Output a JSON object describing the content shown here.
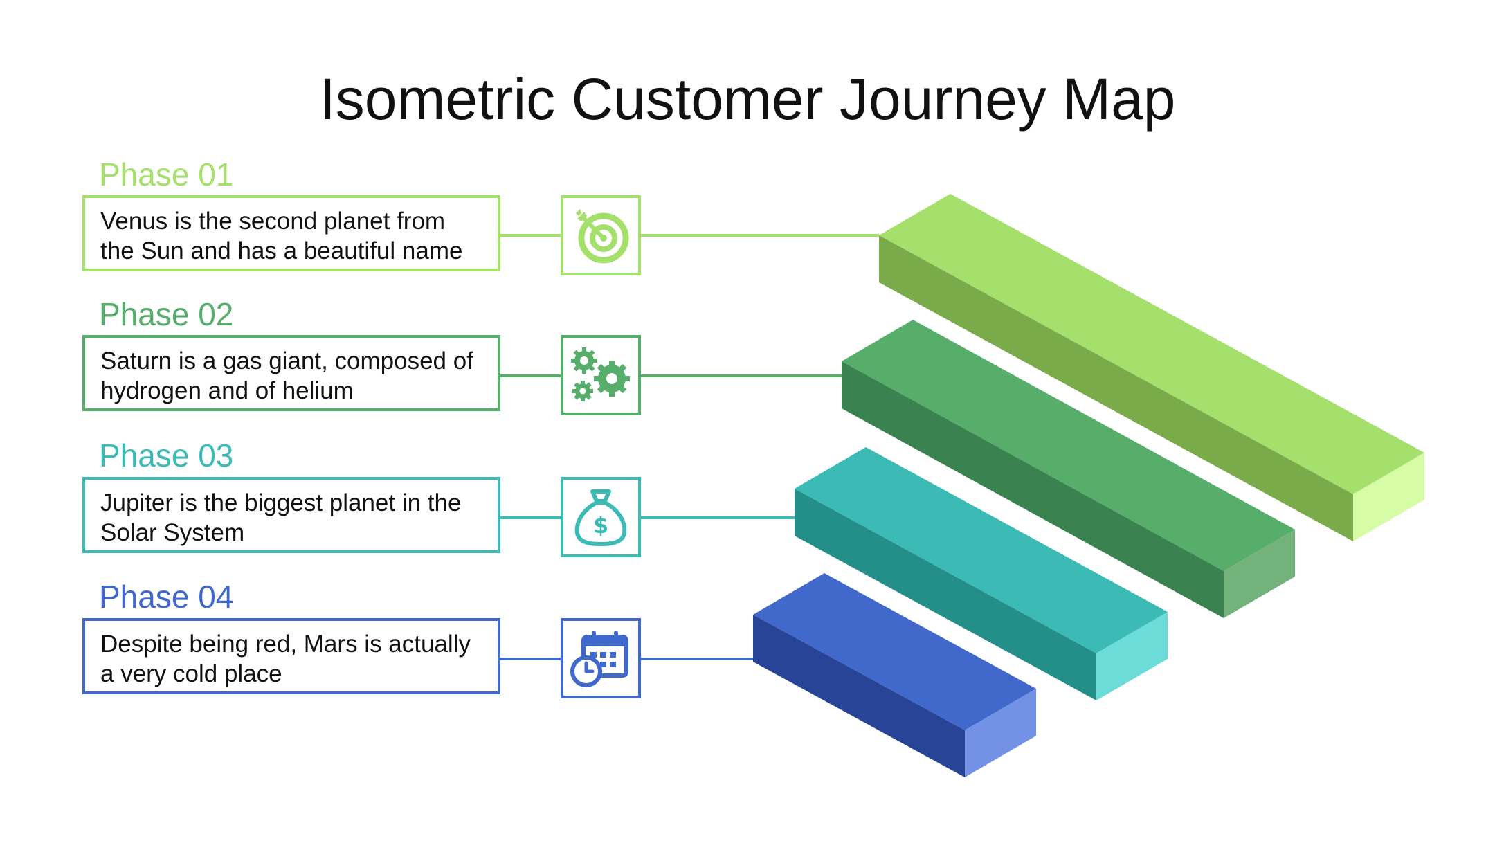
{
  "title": "Isometric Customer Journey Map",
  "phases": [
    {
      "label": "Phase 01",
      "text": "Venus is the second planet from the Sun and has a beautiful name",
      "icon": "target-icon",
      "color": "#a5e06c"
    },
    {
      "label": "Phase 02",
      "text": "Saturn is a gas giant, composed of hydrogen and of helium",
      "icon": "gears-icon",
      "color": "#56ae6a"
    },
    {
      "label": "Phase 03",
      "text": "Jupiter is the biggest planet in the Solar System",
      "icon": "money-bag-icon",
      "color": "#3cbbb6"
    },
    {
      "label": "Phase 04",
      "text": "Despite being red, Mars is actually a very cold place",
      "icon": "calendar-clock-icon",
      "color": "#4069cb"
    }
  ],
  "bars": [
    {
      "phase": "Phase 01",
      "top": "#a5e06c",
      "side": "#7aab4a",
      "end": "#d6fca6"
    },
    {
      "phase": "Phase 02",
      "top": "#56ae6a",
      "side": "#3a8350",
      "end": "#73b27b"
    },
    {
      "phase": "Phase 03",
      "top": "#3cbbb6",
      "side": "#248f89",
      "end": "#6cdcd8"
    },
    {
      "phase": "Phase 04",
      "top": "#4069cb",
      "side": "#284496",
      "end": "#7392e6"
    }
  ]
}
